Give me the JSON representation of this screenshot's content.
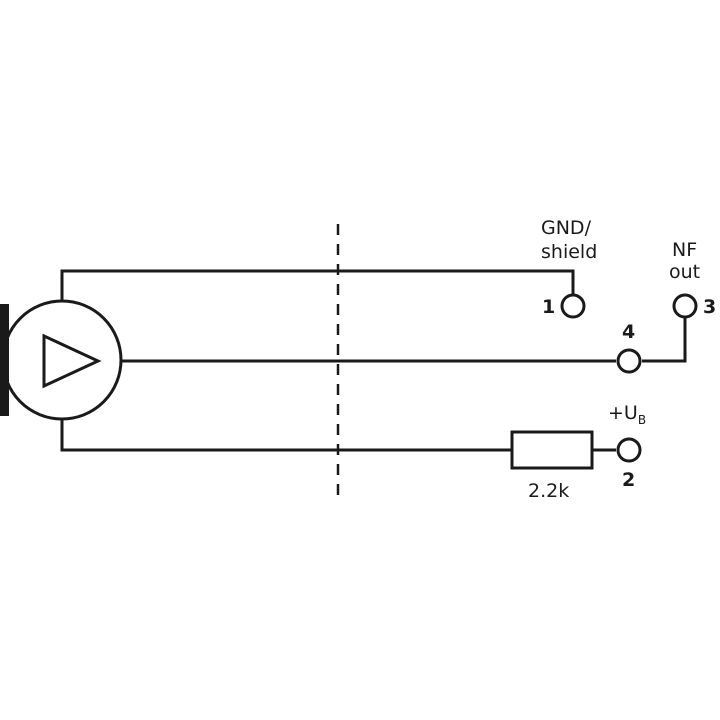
{
  "terminals": {
    "t1": {
      "number": "1",
      "label_line1": "GND/",
      "label_line2": "shield"
    },
    "t2": {
      "number": "2",
      "label_main": "+U",
      "label_sub": "B"
    },
    "t3": {
      "number": "3",
      "label_line1": "NF",
      "label_line2": "out"
    },
    "t4": {
      "number": "4"
    }
  },
  "resistor": {
    "value": "2.2k"
  },
  "colors": {
    "stroke": "#1a1a1a",
    "background": "#ffffff"
  }
}
